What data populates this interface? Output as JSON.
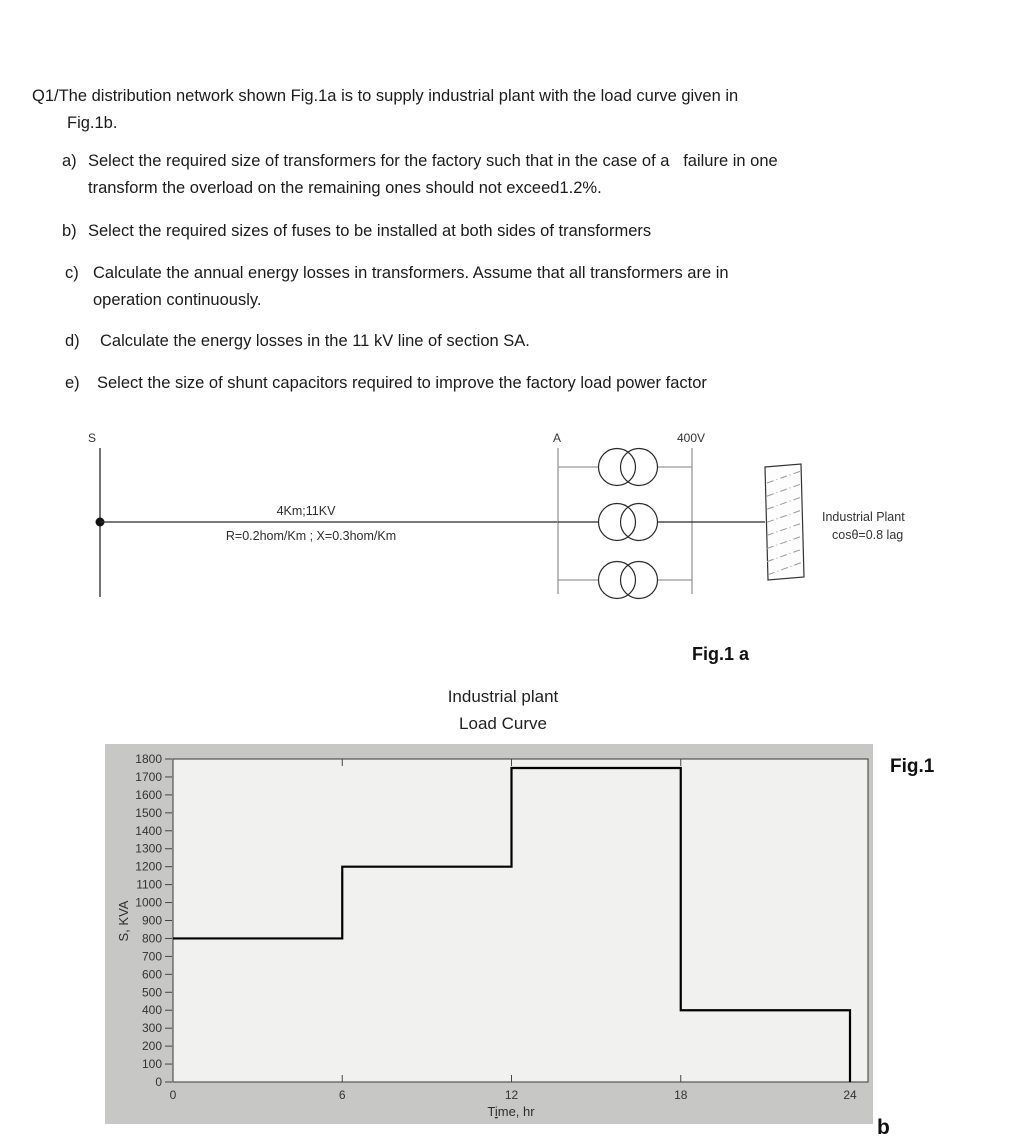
{
  "question": {
    "line1": "Q1/The distribution network shown Fig.1a is to supply industrial plant with the load curve given in",
    "line2": "Fig.1b."
  },
  "items": {
    "a": {
      "label": "a)",
      "line1": "Select the required size of transformers for the factory such that in the case of a   failure in one",
      "line2": "transform the overload on the remaining ones should not exceed1.2%."
    },
    "b": {
      "label": "b)",
      "line1": "Select the required sizes of fuses to be installed at both sides of transformers"
    },
    "c": {
      "label": "c)",
      "line1": "Calculate the annual energy losses in transformers. Assume that all transformers are in",
      "line2": "operation continuously."
    },
    "d": {
      "label": "d)",
      "line1": "Calculate the energy losses in the 11 kV line of section SA."
    },
    "e": {
      "label": "e)",
      "line1": "Select the size of shunt capacitors required to improve the factory load power factor"
    }
  },
  "diagram": {
    "s_label": "S",
    "a_label": "A",
    "voltage_label": "400V",
    "line_label_top": "4Km;11KV",
    "line_label_bottom": "R=0.2hom/Km ; X=0.3hom/Km",
    "plant_name": "Industrial Plant",
    "plant_pf": "cosθ=0.8 lag",
    "fig_a_label": "Fig.1 a"
  },
  "chart": {
    "title_line1": "Industrial plant",
    "title_line2": "Load Curve",
    "fig_label": "Fig.1",
    "fig_sub_label": "b"
  },
  "chart_data": {
    "type": "line",
    "subtype": "step-load-curve",
    "title": "Industrial plant Load Curve",
    "xlabel": "Time, hr",
    "xlabel_parts": {
      "pre": "T",
      "underlined": "i",
      "post": "me, hr"
    },
    "ylabel": "S, KVA",
    "xlim": [
      0,
      24
    ],
    "ylim": [
      0,
      1800
    ],
    "ytick_step": 100,
    "xticks": [
      0,
      6,
      12,
      18,
      24
    ],
    "grid": false,
    "segments": [
      {
        "from": 0,
        "to": 6,
        "value": 800
      },
      {
        "from": 6,
        "to": 12,
        "value": 1200
      },
      {
        "from": 12,
        "to": 18,
        "value": 1750
      },
      {
        "from": 18,
        "to": 24,
        "value": 400
      }
    ],
    "drops_to_zero_at_end": true
  }
}
